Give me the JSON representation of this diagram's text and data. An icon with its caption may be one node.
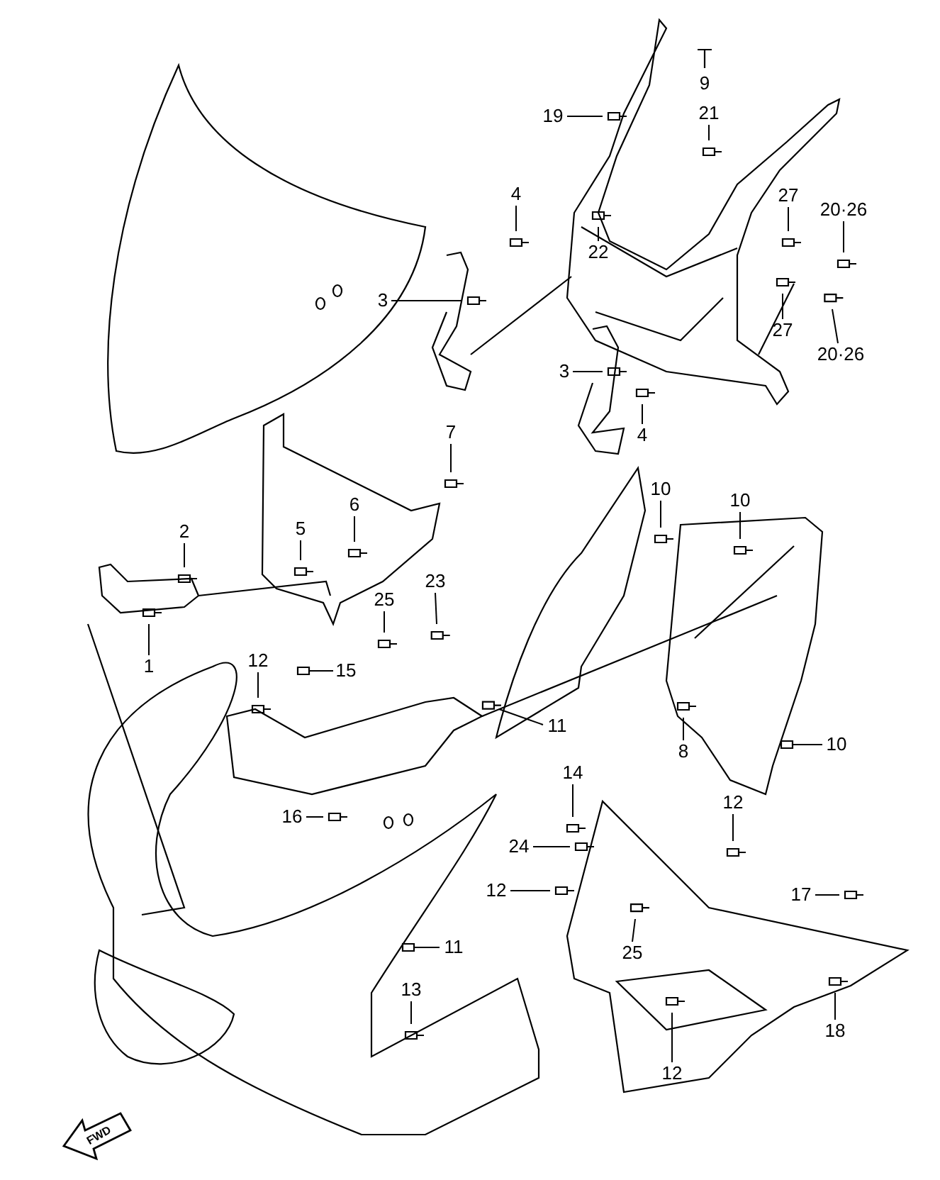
{
  "diagram": {
    "nodes": [
      {
        "text": [
          "19"
        ]
      },
      {
        "text": [
          "21"
        ]
      },
      {
        "text": [
          "4"
        ]
      },
      {
        "text": [
          "22"
        ]
      },
      {
        "text": [
          "27"
        ]
      },
      {
        "text": [
          "20·26"
        ]
      },
      {
        "text": [
          "3"
        ]
      },
      {
        "text": [
          "27"
        ]
      },
      {
        "text": [
          "20·26"
        ]
      },
      {
        "text": [
          "3"
        ]
      },
      {
        "text": [
          "4"
        ]
      },
      {
        "text": [
          "7"
        ]
      },
      {
        "text": [
          "6"
        ]
      },
      {
        "text": [
          "5"
        ]
      },
      {
        "text": [
          "2"
        ]
      },
      {
        "text": [
          "10"
        ]
      },
      {
        "text": [
          "10"
        ]
      },
      {
        "text": [
          "23"
        ]
      },
      {
        "text": [
          "25"
        ]
      },
      {
        "text": [
          "1"
        ]
      },
      {
        "text": [
          "12"
        ]
      },
      {
        "text": [
          "15"
        ]
      },
      {
        "text": [
          "11"
        ]
      },
      {
        "text": [
          "8"
        ]
      },
      {
        "text": [
          "10"
        ]
      },
      {
        "text": [
          "16"
        ]
      },
      {
        "text": [
          "14"
        ]
      },
      {
        "text": [
          "12"
        ]
      },
      {
        "text": [
          "24"
        ]
      },
      {
        "text": [
          "12"
        ]
      },
      {
        "text": [
          "17"
        ]
      },
      {
        "text": [
          "11"
        ]
      },
      {
        "text": [
          "25"
        ]
      },
      {
        "text": [
          "13"
        ]
      },
      {
        "text": [
          "12"
        ]
      },
      {
        "text": [
          "18"
        ]
      }
    ],
    "edges": [
      {
        "from": 0,
        "to": null,
        "arrow": "none"
      },
      {
        "from": 1,
        "to": null,
        "arrow": "none"
      },
      {
        "from": 2,
        "to": null,
        "arrow": "none"
      },
      {
        "from": 3,
        "to": null,
        "arrow": "none"
      },
      {
        "from": 4,
        "to": null,
        "arrow": "none"
      },
      {
        "from": 5,
        "to": null,
        "arrow": "none"
      },
      {
        "from": 6,
        "to": null,
        "arrow": "none"
      },
      {
        "from": 7,
        "to": null,
        "arrow": "none"
      },
      {
        "from": 8,
        "to": null,
        "arrow": "none"
      },
      {
        "from": 9,
        "to": null,
        "arrow": "none"
      },
      {
        "from": 10,
        "to": null,
        "arrow": "none"
      },
      {
        "from": 11,
        "to": null,
        "arrow": "none"
      },
      {
        "from": 12,
        "to": null,
        "arrow": "none"
      },
      {
        "from": 13,
        "to": null,
        "arrow": "none"
      },
      {
        "from": 14,
        "to": null,
        "arrow": "none"
      },
      {
        "from": 15,
        "to": null,
        "arrow": "none"
      },
      {
        "from": 16,
        "to": null,
        "arrow": "none"
      },
      {
        "from": 17,
        "to": null,
        "arrow": "none"
      },
      {
        "from": 18,
        "to": null,
        "arrow": "none"
      },
      {
        "from": 19,
        "to": null,
        "arrow": "none"
      },
      {
        "from": 20,
        "to": null,
        "arrow": "none"
      },
      {
        "from": 21,
        "to": null,
        "arrow": "none"
      },
      {
        "from": 22,
        "to": null,
        "arrow": "none"
      },
      {
        "from": 23,
        "to": null,
        "arrow": "none"
      },
      {
        "from": 24,
        "to": null,
        "arrow": "none"
      },
      {
        "from": 25,
        "to": null,
        "arrow": "none"
      },
      {
        "from": 26,
        "to": null,
        "arrow": "none"
      },
      {
        "from": 27,
        "to": null,
        "arrow": "none"
      },
      {
        "from": 28,
        "to": null,
        "arrow": "none"
      },
      {
        "from": 29,
        "to": null,
        "arrow": "none"
      },
      {
        "from": 30,
        "to": null,
        "arrow": "none"
      },
      {
        "from": 31,
        "to": null,
        "arrow": "none"
      },
      {
        "from": 32,
        "to": null,
        "arrow": "none"
      },
      {
        "from": 33,
        "to": null,
        "arrow": "none"
      },
      {
        "from": 34,
        "to": null,
        "arrow": "none"
      },
      {
        "from": 35,
        "to": null,
        "arrow": "none"
      }
    ],
    "labels": [
      "9",
      "FWD"
    ]
  }
}
